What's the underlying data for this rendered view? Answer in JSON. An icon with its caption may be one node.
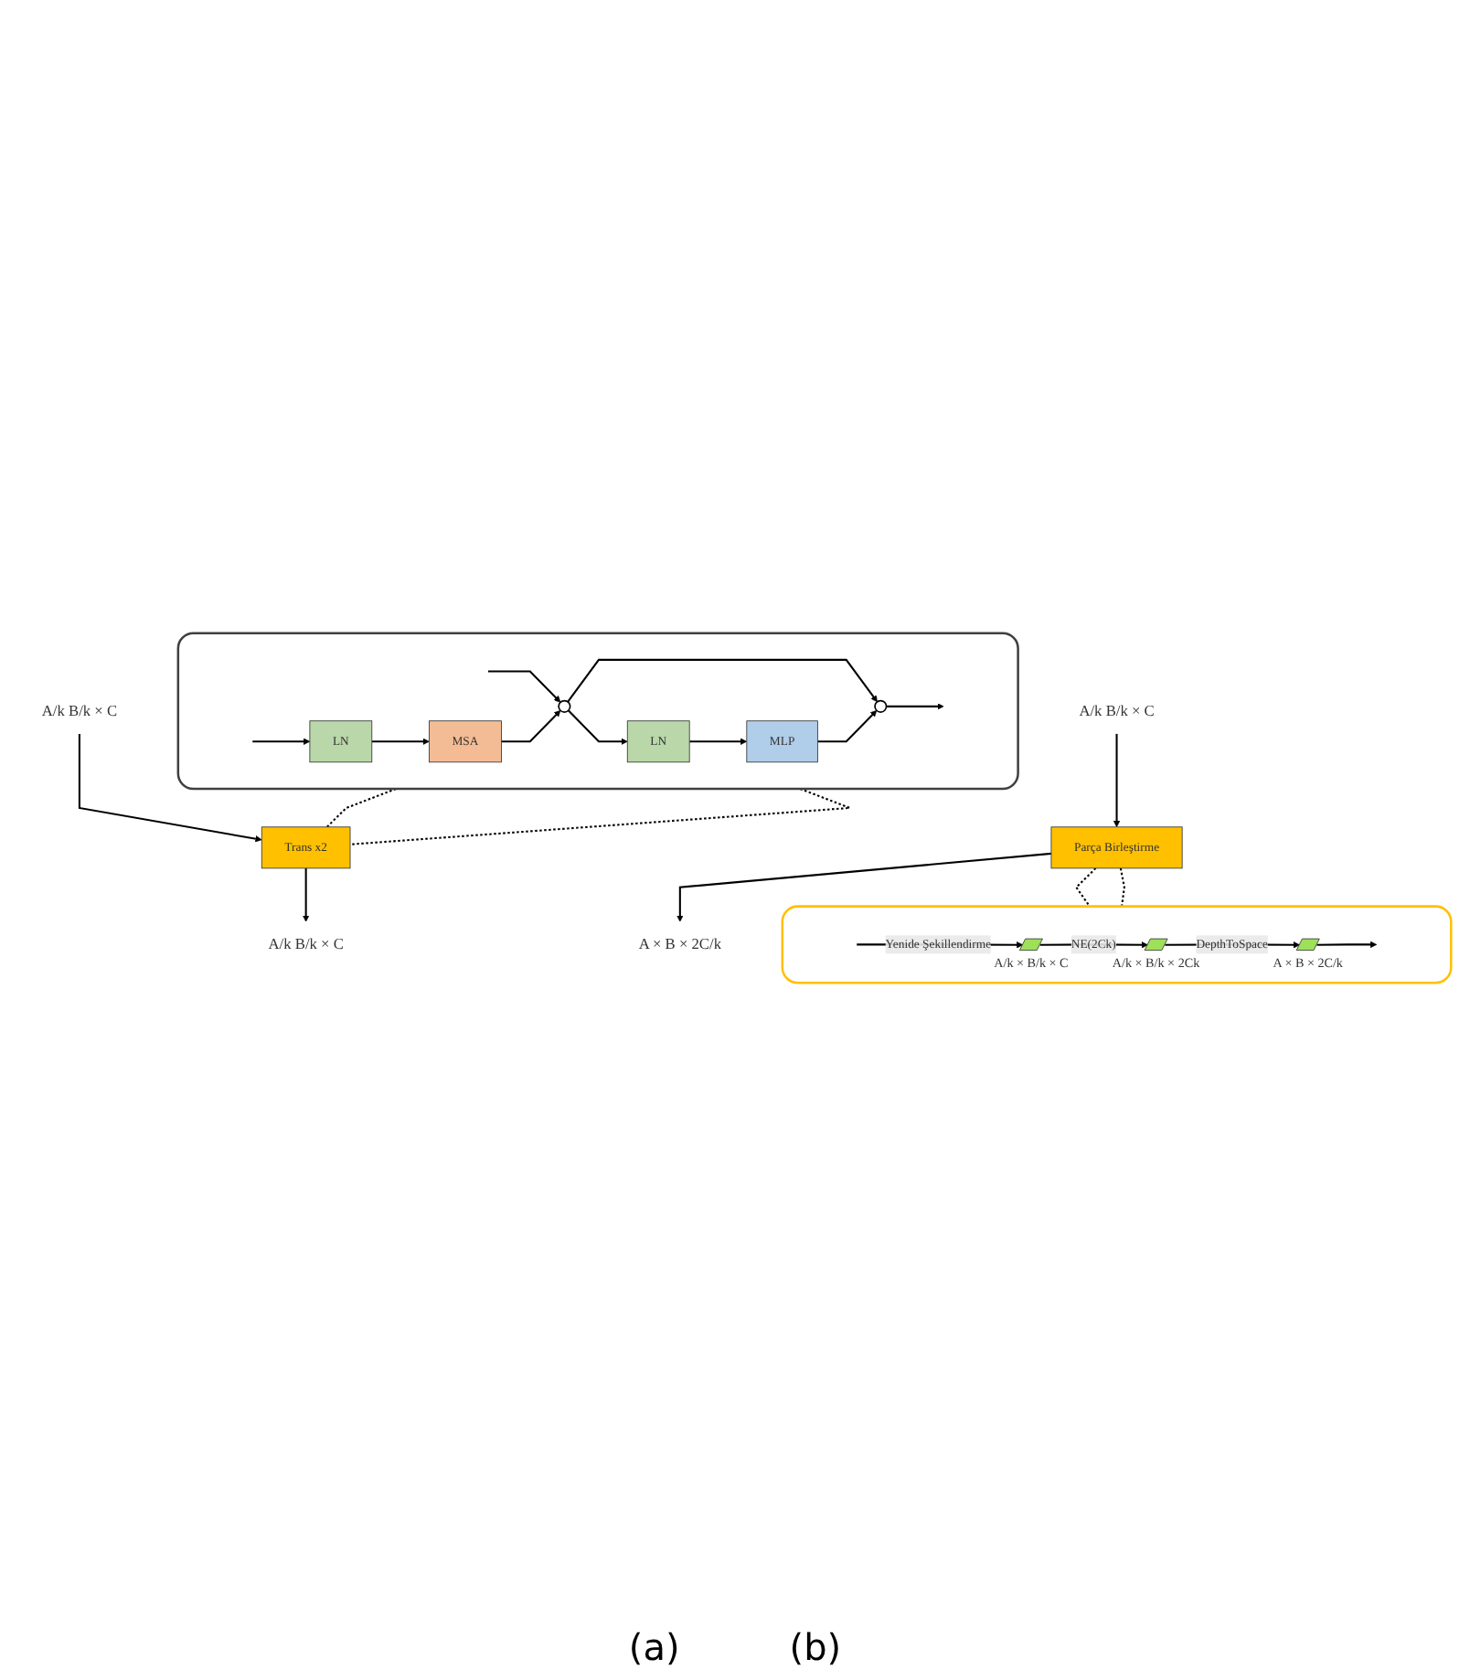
{
  "diagram": {
    "nodes": [
      {
        "text": [],
        "shape": "box"
      },
      {
        "text": [
          "LN"
        ],
        "in": 0
      },
      {
        "text": [
          "MSA"
        ],
        "in": 0
      },
      {
        "text": [],
        "shape": "circle",
        "in": 0
      },
      {
        "text": [
          "LN"
        ],
        "in": 0
      },
      {
        "text": [
          "MLP"
        ],
        "in": 0
      },
      {
        "text": [],
        "shape": "circle",
        "in": 0
      },
      {
        "text": [
          "Trans x2"
        ]
      },
      {
        "text": [
          "A/k B/k × C"
        ]
      },
      {
        "text": [
          "A/k B/k × C"
        ]
      },
      {
        "text": [
          "A/k B/k × C"
        ]
      },
      {
        "text": [
          "Parça Birleştirme"
        ]
      },
      {
        "text": [
          "A × B × 2C/k"
        ]
      },
      {
        "text": [],
        "shape": "box"
      },
      {
        "text": [],
        "shape": "parallelogram",
        "in": 13,
        "beside": [
          "A/k × B/k × C"
        ]
      },
      {
        "text": [],
        "shape": "parallelogram",
        "in": 13,
        "beside": [
          "A/k × B/k × 2Ck"
        ]
      },
      {
        "text": [],
        "shape": "parallelogram",
        "in": 13,
        "beside": [
          "A × B × 2C/k"
        ]
      }
    ],
    "edges": [
      {
        "from": null,
        "to": 1,
        "arrow": "to"
      },
      {
        "from": null,
        "to": 3,
        "arrow": "to"
      },
      {
        "from": 1,
        "to": 2,
        "arrow": "to"
      },
      {
        "from": 2,
        "to": 3,
        "arrow": "to"
      },
      {
        "from": 3,
        "to": 4,
        "arrow": "to"
      },
      {
        "from": 3,
        "to": 6,
        "arrow": "to"
      },
      {
        "from": 4,
        "to": 5,
        "arrow": "to"
      },
      {
        "from": 5,
        "to": 6,
        "arrow": "to"
      },
      {
        "from": 6,
        "to": null,
        "arrow": "to"
      },
      {
        "from": 0,
        "to": 7,
        "arrow": "none",
        "style": "dashed"
      },
      {
        "from": 0,
        "to": 7,
        "arrow": "none",
        "style": "dashed"
      },
      {
        "from": 8,
        "to": 7,
        "arrow": "to"
      },
      {
        "from": 7,
        "to": 9,
        "arrow": "to"
      },
      {
        "from": 10,
        "to": 11,
        "arrow": "to"
      },
      {
        "from": 11,
        "to": 12,
        "arrow": "to"
      },
      {
        "from": 11,
        "to": 13,
        "arrow": "none",
        "style": "dashed"
      },
      {
        "from": 11,
        "to": 13,
        "arrow": "none",
        "style": "dashed"
      },
      {
        "from": null,
        "to": 14,
        "label": "Yenide Şekillendirme",
        "arrow": "to"
      },
      {
        "from": 14,
        "to": 15,
        "label": "NE(2Ck)",
        "arrow": "to"
      },
      {
        "from": 15,
        "to": 16,
        "label": "DepthToSpace",
        "arrow": "to"
      },
      {
        "from": 16,
        "to": null,
        "arrow": "to"
      }
    ],
    "labels": [
      "(a)",
      "(b)"
    ]
  }
}
